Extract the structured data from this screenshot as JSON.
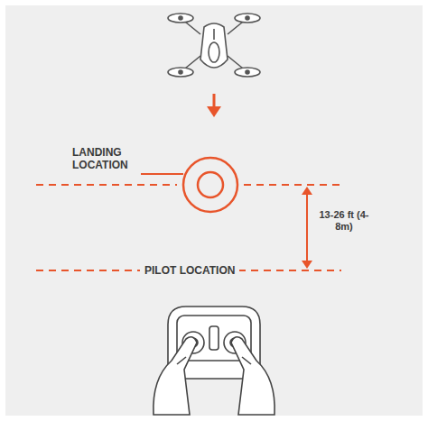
{
  "diagram": {
    "labels": [
      "LANDING LOCATION",
      "13-26 ft (4-8m)",
      "PILOT LOCATION"
    ]
  }
}
